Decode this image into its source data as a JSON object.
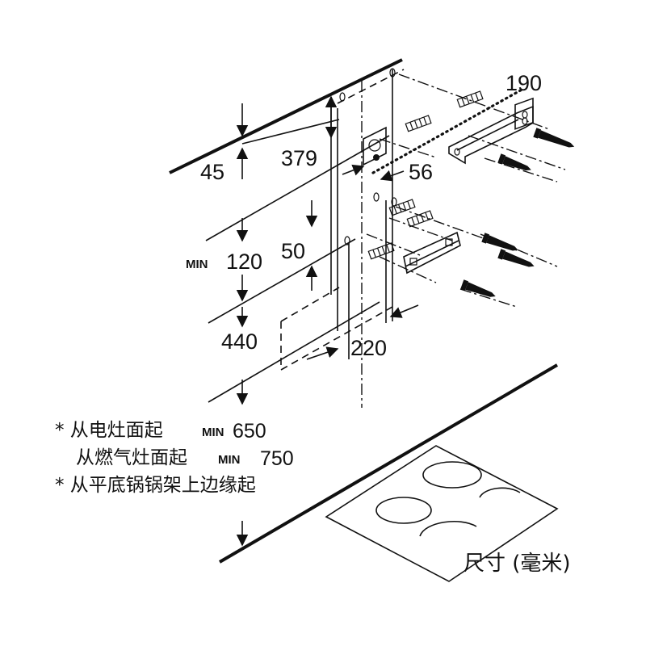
{
  "dimensions": {
    "d190": "190",
    "d379": "379",
    "d45": "45",
    "d56": "56",
    "d120": "120",
    "d50": "50",
    "d440": "440",
    "d220": "220"
  },
  "min_label": "MIN",
  "notes": {
    "line1_text": "* 从电灶面起",
    "line1_min": "MIN",
    "line1_value": "650",
    "line2_text": "从燃气灶面起",
    "line2_min": "MIN",
    "line2_value": "750",
    "line3_text": "* 从平底锅锅架上边缘起"
  },
  "unit_label": "尺寸 (毫米)"
}
